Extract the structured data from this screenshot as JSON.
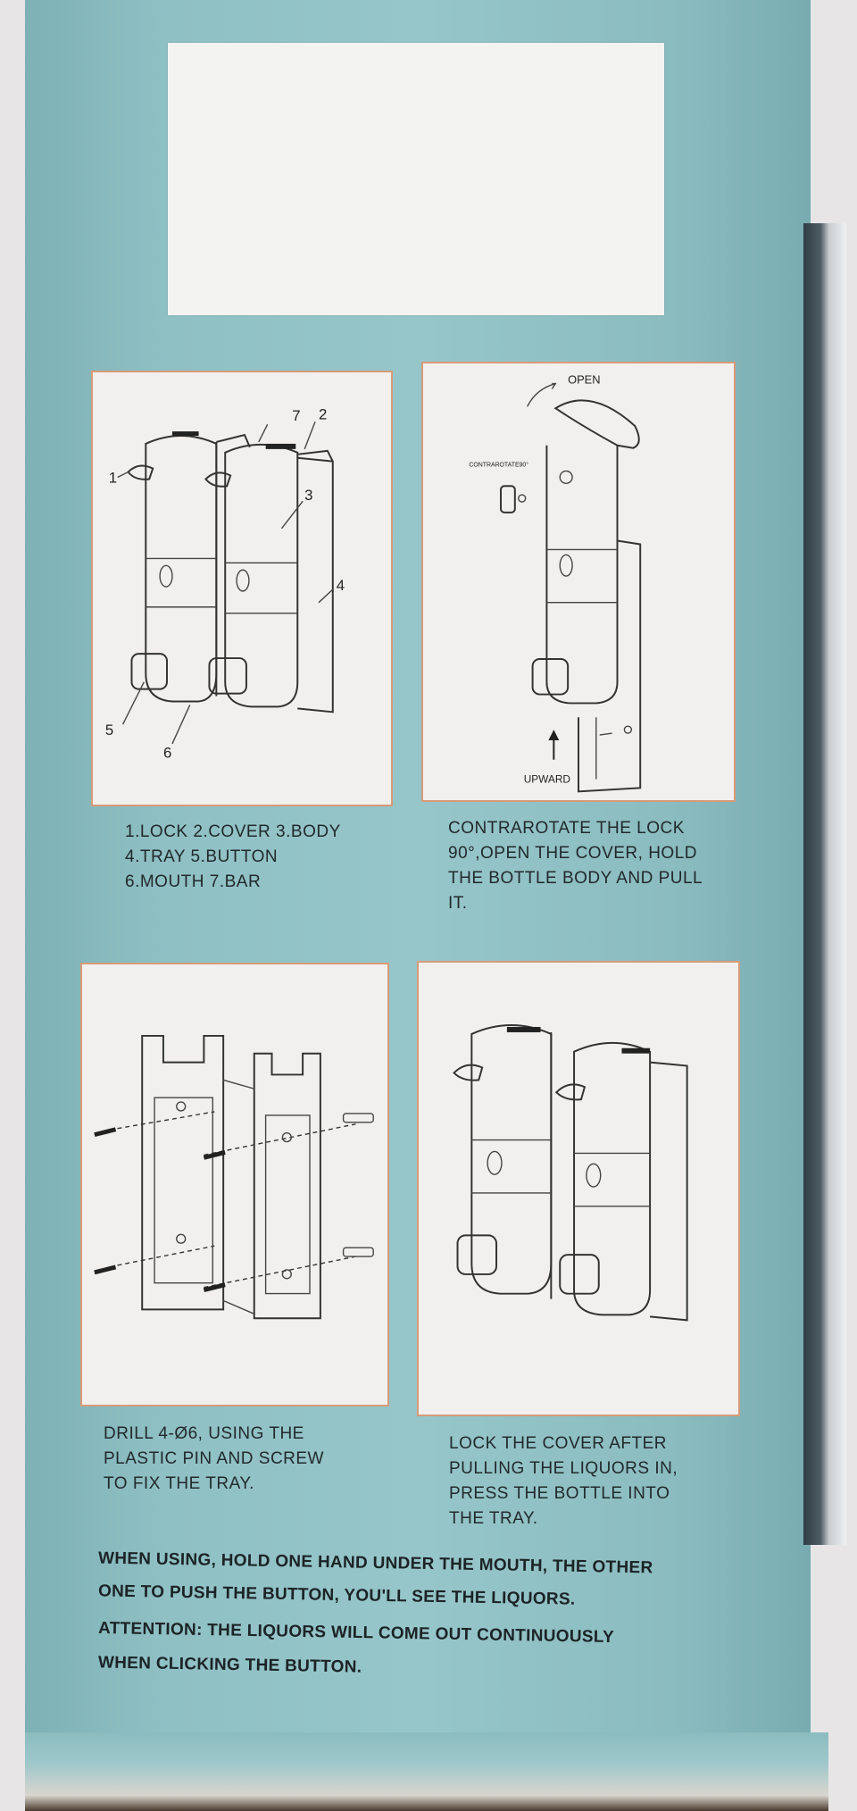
{
  "panels": {
    "parts_diagram": {
      "labels": [
        "1",
        "2",
        "3",
        "4",
        "5",
        "6",
        "7"
      ],
      "caption": "1.LOCK 2.COVER 3.BODY\n4.TRAY 5.BUTTON\n6.MOUTH 7.BAR"
    },
    "open_cover": {
      "open_label": "OPEN",
      "rotate_label": "CONTRAROTATE90°",
      "upward_label": "UPWARD",
      "caption": "CONTRAROTATE THE LOCK\n90°,OPEN THE COVER, HOLD\nTHE BOTTLE BODY AND PULL\nIT."
    },
    "drill_tray": {
      "caption": "DRILL 4-Ø6, USING THE\nPLASTIC PIN AND SCREW\nTO FIX THE TRAY."
    },
    "lock_cover": {
      "caption": "LOCK THE COVER AFTER\nPULLING THE LIQUORS IN,\nPRESS THE BOTTLE INTO\nTHE TRAY."
    }
  },
  "instructions": {
    "line1": "WHEN USING, HOLD ONE HAND UNDER THE MOUTH, THE OTHER",
    "line2": "ONE TO PUSH THE BUTTON, YOU'LL SEE THE LIQUORS.",
    "line3": "ATTENTION: THE LIQUORS WILL COME OUT CONTINUOUSLY",
    "line4": "WHEN CLICKING THE BUTTON."
  },
  "colors": {
    "box": "#8fc0c4",
    "panel_border": "#d79b78",
    "panel_fill": "#f1f0ee",
    "text": "#22292c"
  }
}
